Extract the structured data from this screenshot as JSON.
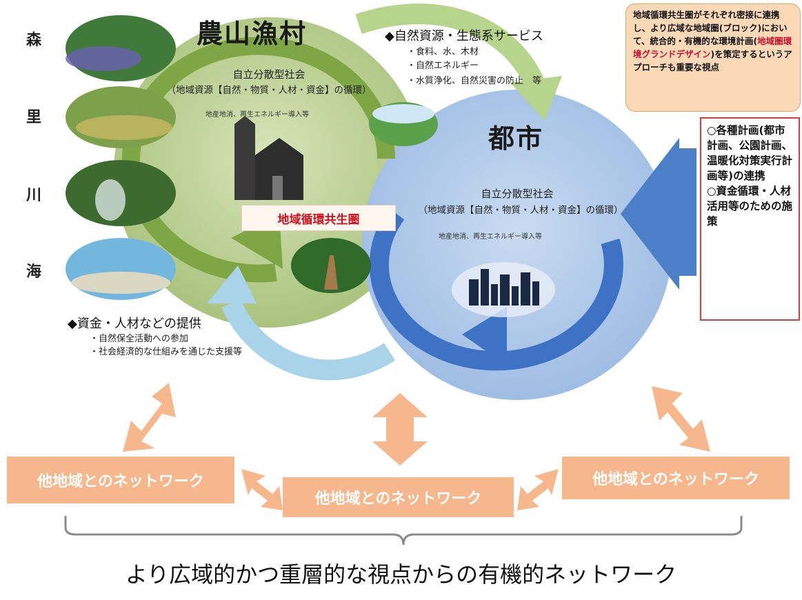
{
  "side_labels": [
    "森",
    "里",
    "川",
    "海"
  ],
  "rural": {
    "title": "農山漁村",
    "society": "自立分散型社会",
    "resources": "（地域資源【自然・物質・人材・資金】の循環）",
    "note": "地産地消、再生エネルギー導入等"
  },
  "urban": {
    "title": "都市",
    "society": "自立分散型社会",
    "resources": "（地域資源【自然・物質・人材・資金】の循環）",
    "note": "地産地消、再生エネルギー導入等"
  },
  "ecosystem": {
    "heading": "◆自然資源・生態系サービス",
    "items": [
      "・食料、水、木材",
      "・自然エネルギー",
      "・水質浄化、自然災害の防止　等"
    ]
  },
  "funding": {
    "heading": "◆資金・人材などの提供",
    "items": [
      "・自然保全活動への参加",
      "・社会経済的な仕組みを通じた支援等"
    ]
  },
  "kyosei_label": "地域循環共生圏",
  "top_note": {
    "part1": "地域循環共生圏がそれぞれ密接に連携し、より広域な地域圏(ブロック)において、統合的・有機的な環境計画(",
    "red": "地域圏環境グランドデザイン",
    "part2": ")を策定するというアプローチも重要な視点"
  },
  "plan_box": {
    "item1": "○各種計画(都市計画、公園計画、温暖化対策実行計画等)の連携",
    "item2": "○資金循環・人材活用等のための施策"
  },
  "networks": [
    "他地域とのネットワーク",
    "他地域とのネットワーク",
    "他地域とのネットワーク"
  ],
  "bottom_caption": "より広域的かつ重層的な視点からの有機的ネットワーク",
  "colors": {
    "rural_circle": "#b8cd8e",
    "urban_circle": "#a9c4e6",
    "green_arrow": "#7ea645",
    "blue_arrow": "#3d72c4",
    "light_blue_arrow": "#a9d3e8",
    "orange": "#f5b78b"
  }
}
